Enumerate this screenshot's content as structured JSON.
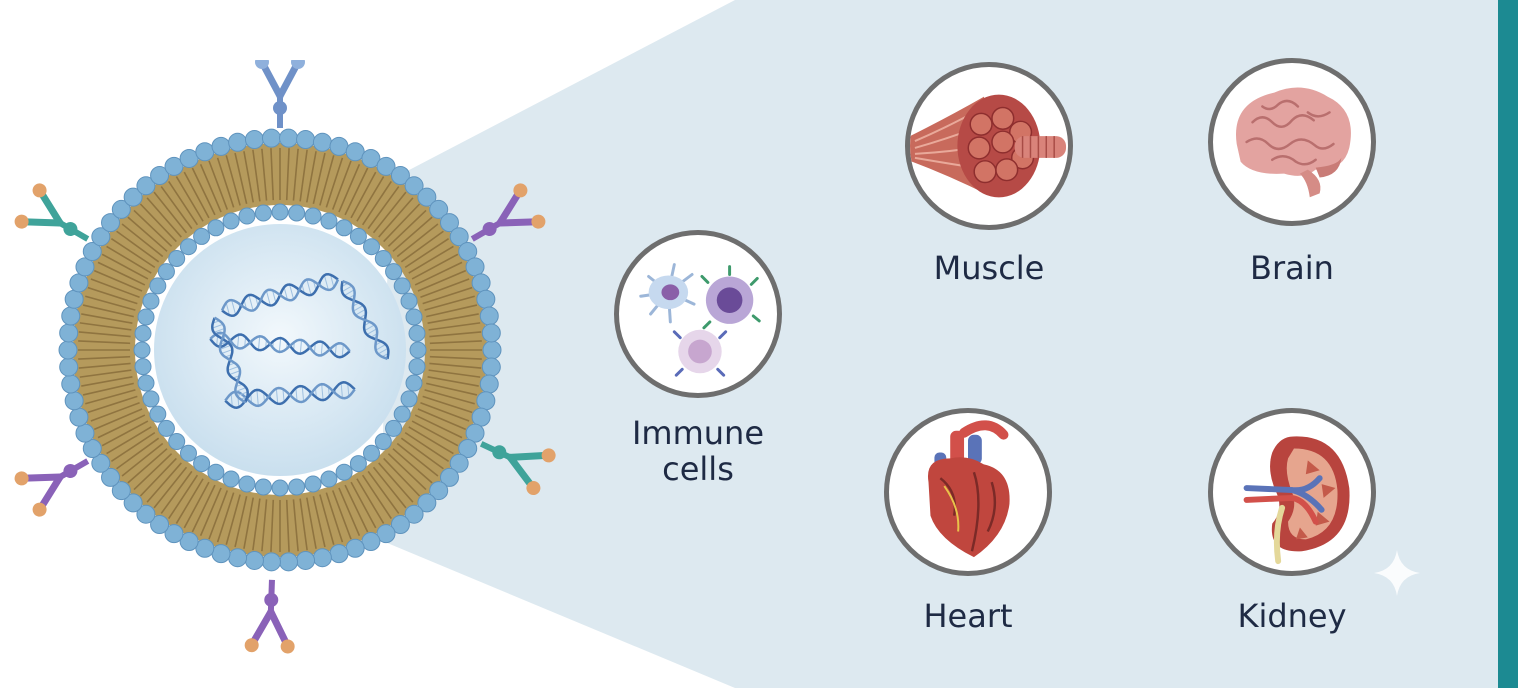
{
  "targets": {
    "immune": {
      "label_line1": "Immune",
      "label_line2": "cells",
      "icon": "immune-cells-icon"
    },
    "muscle": {
      "label": "Muscle",
      "icon": "muscle-fiber-icon"
    },
    "brain": {
      "label": "Brain",
      "icon": "brain-icon"
    },
    "heart": {
      "label": "Heart",
      "icon": "heart-icon"
    },
    "kidney": {
      "label": "Kidney",
      "icon": "kidney-icon"
    }
  },
  "colors": {
    "beam": "#dde9f0",
    "accent": "#1c8a92",
    "ring": "#6e6e6e",
    "text": "#1e2a44",
    "lipid_head": "#7fb2d6",
    "lipid_tail": "#b59a5c",
    "dna": "#3d6fae"
  }
}
